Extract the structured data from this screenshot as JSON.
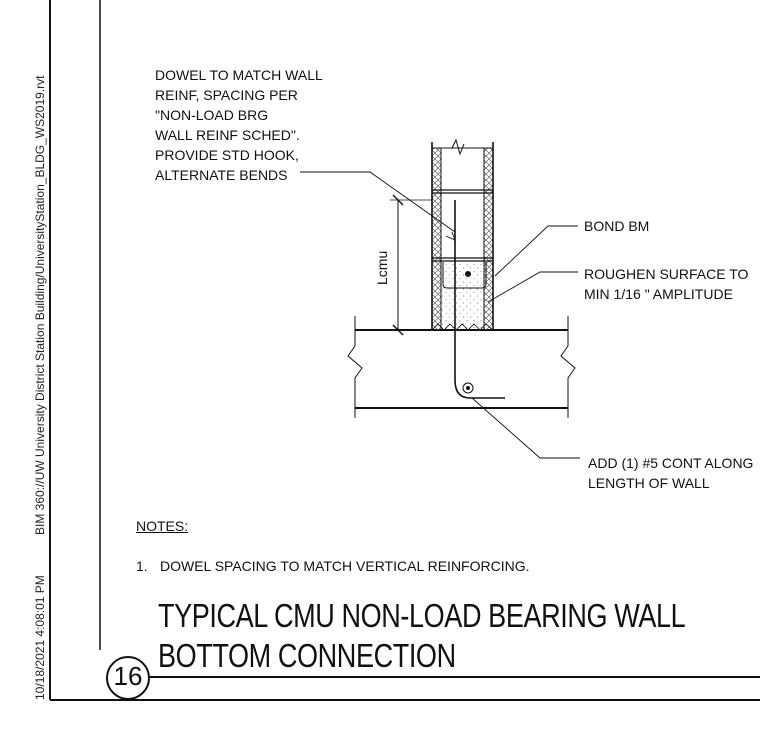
{
  "sheet": {
    "file_path": "BIM 360://UW University District Station Building/UniversityStation_BLDG_WS2019.rvt",
    "timestamp": "10/18/2021 4:08:01 PM"
  },
  "callouts": {
    "dowel": "DOWEL TO MATCH WALL\nREINF, SPACING PER\n\"NON-LOAD BRG\nWALL REINF SCHED\".\nPROVIDE STD HOOK,\nALTERNATE BENDS",
    "bond_beam": "BOND BM",
    "roughen": "ROUGHEN SURFACE TO\nMIN 1/16 \" AMPLITUDE",
    "add_bar": "ADD (1) #5 CONT ALONG\nLENGTH OF WALL"
  },
  "dimension": {
    "label": "Lcmu"
  },
  "notes": {
    "heading": "NOTES:",
    "items": [
      {
        "number": "1.",
        "text": "DOWEL SPACING TO MATCH VERTICAL REINFORCING."
      }
    ]
  },
  "detail": {
    "title_line1": "TYPICAL CMU NON-LOAD BEARING WALL",
    "title_line2": "BOTTOM CONNECTION",
    "number": "16"
  }
}
